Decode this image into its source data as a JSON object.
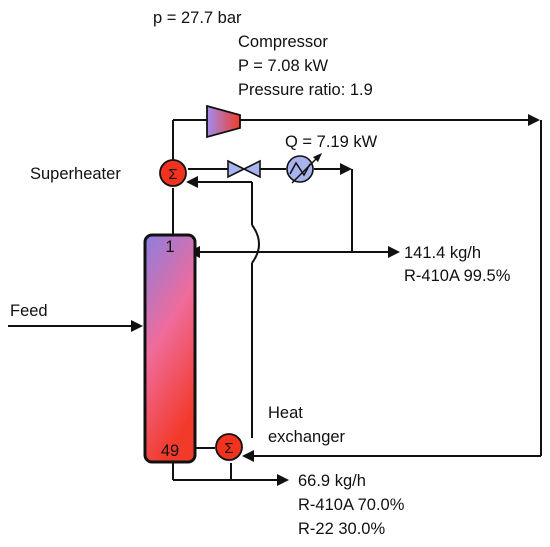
{
  "labels": {
    "pressure": "p = 27.7 bar",
    "compressor_title": "Compressor",
    "compressor_power": "P = 7.08 kW",
    "compressor_ratio": "Pressure ratio: 1.9",
    "cooler_duty": "Q = 7.19 kW",
    "superheater": "Superheater",
    "feed": "Feed",
    "top_flow": "141.4 kg/h",
    "top_comp": "R-410A 99.5%",
    "hx_line1": "Heat",
    "hx_line2": "exchanger",
    "bottom_flow": "66.9 kg/h",
    "bottom_comp1": "R-410A 70.0%",
    "bottom_comp2": "R-22 30.0%",
    "stage_top": "1",
    "stage_bottom": "49"
  },
  "colors": {
    "column_top": "#8c7ee0",
    "column_mid": "#f06b9a",
    "column_bottom": "#f23a2a",
    "heater_fill": "#f0321e",
    "compressor_light": "#a08cf0",
    "compressor_dark": "#f03c28",
    "valve_fill": "#a9b4ef",
    "cooler_fill": "#a9b4ef"
  },
  "icons": [
    "compressor-icon",
    "superheater-icon",
    "valve-icon",
    "cooler-icon",
    "heat-exchanger-icon",
    "column-icon"
  ]
}
